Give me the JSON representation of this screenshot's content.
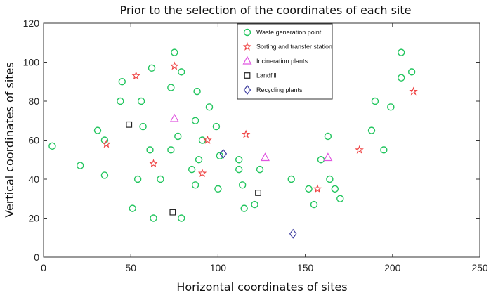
{
  "chart_data": {
    "type": "scatter",
    "title": "Prior to the selection of the coordinates of each site",
    "xlabel": "Horizontal coordinates of sites",
    "ylabel": "Vertical coordinates of sites",
    "xlim": [
      0,
      250
    ],
    "ylim": [
      0,
      120
    ],
    "xticks": [
      0,
      50,
      100,
      150,
      200,
      250
    ],
    "yticks": [
      0,
      20,
      40,
      60,
      80,
      100,
      120
    ],
    "grid": false,
    "legend_position": "top-center",
    "series": [
      {
        "name": "Waste generation point",
        "marker": "circle",
        "color": "#22c55e",
        "points": [
          [
            5,
            57
          ],
          [
            21,
            47
          ],
          [
            31,
            65
          ],
          [
            35,
            60
          ],
          [
            35,
            42
          ],
          [
            44,
            80
          ],
          [
            45,
            90
          ],
          [
            51,
            25
          ],
          [
            54,
            40
          ],
          [
            56,
            80
          ],
          [
            57,
            67
          ],
          [
            61,
            55
          ],
          [
            62,
            97
          ],
          [
            63,
            20
          ],
          [
            67,
            40
          ],
          [
            73,
            87
          ],
          [
            73,
            55
          ],
          [
            75,
            105
          ],
          [
            77,
            62
          ],
          [
            79,
            95
          ],
          [
            79,
            20
          ],
          [
            85,
            45
          ],
          [
            87,
            37
          ],
          [
            87,
            70
          ],
          [
            88,
            85
          ],
          [
            89,
            50
          ],
          [
            91,
            60
          ],
          [
            95,
            77
          ],
          [
            99,
            67
          ],
          [
            100,
            35
          ],
          [
            101,
            52
          ],
          [
            112,
            50
          ],
          [
            112,
            45
          ],
          [
            114,
            37
          ],
          [
            115,
            25
          ],
          [
            121,
            27
          ],
          [
            124,
            45
          ],
          [
            142,
            40
          ],
          [
            152,
            35
          ],
          [
            155,
            27
          ],
          [
            159,
            50
          ],
          [
            163,
            62
          ],
          [
            164,
            40
          ],
          [
            167,
            35
          ],
          [
            170,
            30
          ],
          [
            188,
            65
          ],
          [
            190,
            80
          ],
          [
            195,
            55
          ],
          [
            199,
            77
          ],
          [
            205,
            92
          ],
          [
            205,
            105
          ],
          [
            211,
            95
          ]
        ]
      },
      {
        "name": "Sorting and transfer station",
        "marker": "star",
        "color": "#ef4444",
        "points": [
          [
            36,
            58
          ],
          [
            53,
            93
          ],
          [
            63,
            48
          ],
          [
            75,
            98
          ],
          [
            91,
            43
          ],
          [
            94,
            60
          ],
          [
            116,
            63
          ],
          [
            157,
            35
          ],
          [
            181,
            55
          ],
          [
            212,
            85
          ]
        ]
      },
      {
        "name": "Incineration plants",
        "marker": "triangle",
        "color": "#e056e0",
        "points": [
          [
            75,
            71
          ],
          [
            127,
            51
          ],
          [
            163,
            51
          ]
        ]
      },
      {
        "name": "Landfill",
        "marker": "square",
        "color": "#222222",
        "points": [
          [
            49,
            68
          ],
          [
            74,
            23
          ],
          [
            123,
            33
          ]
        ]
      },
      {
        "name": "Recycling plants",
        "marker": "diamond",
        "color": "#3b3b9e",
        "points": [
          [
            103,
            53
          ],
          [
            143,
            12
          ]
        ]
      }
    ]
  }
}
